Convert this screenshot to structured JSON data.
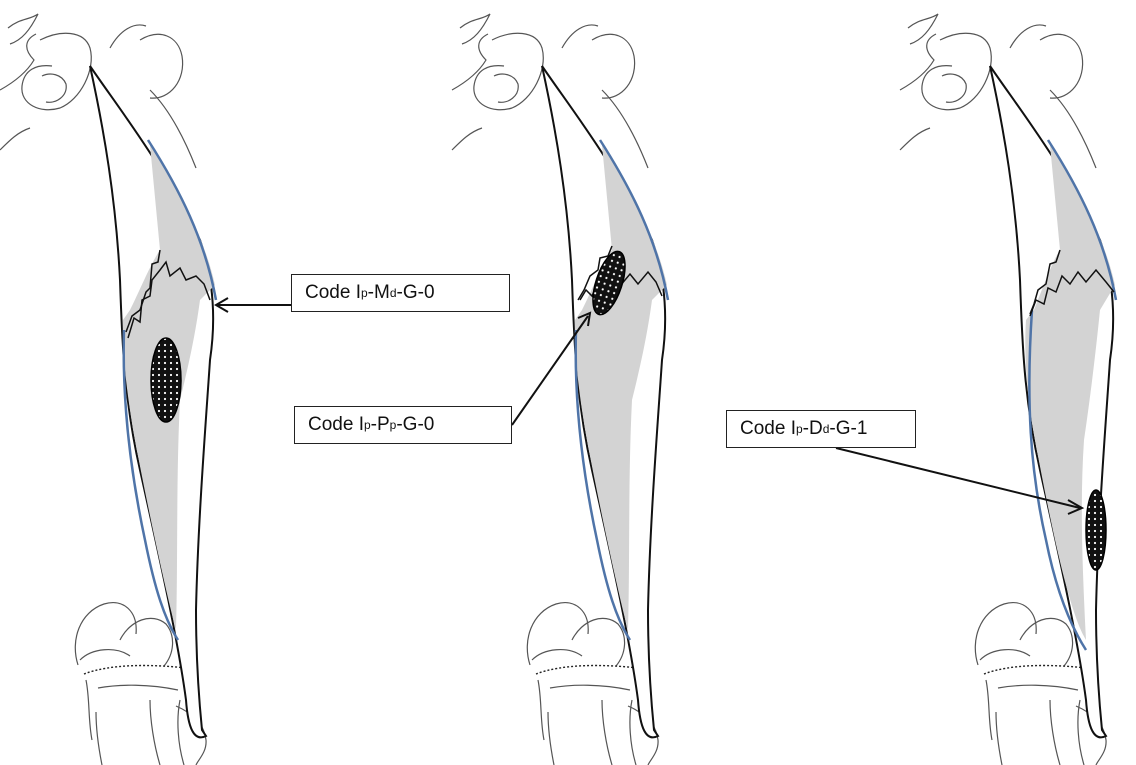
{
  "labels": [
    {
      "prefix": "Code I",
      "sub1": "p",
      "mid": "-M",
      "sub2": "d",
      "suffix": "-G-0"
    },
    {
      "prefix": "Code I",
      "sub1": "p",
      "mid": "-P",
      "sub2": "p",
      "suffix": "-G-0"
    },
    {
      "prefix": "Code I",
      "sub1": "p",
      "mid": "-D",
      "sub2": "d",
      "suffix": "-G-1"
    }
  ],
  "colors": {
    "outline": "#222222",
    "fracture_fill": "#d3d3d3",
    "blue_edge": "#4f74a8",
    "lesion": "#111111"
  }
}
